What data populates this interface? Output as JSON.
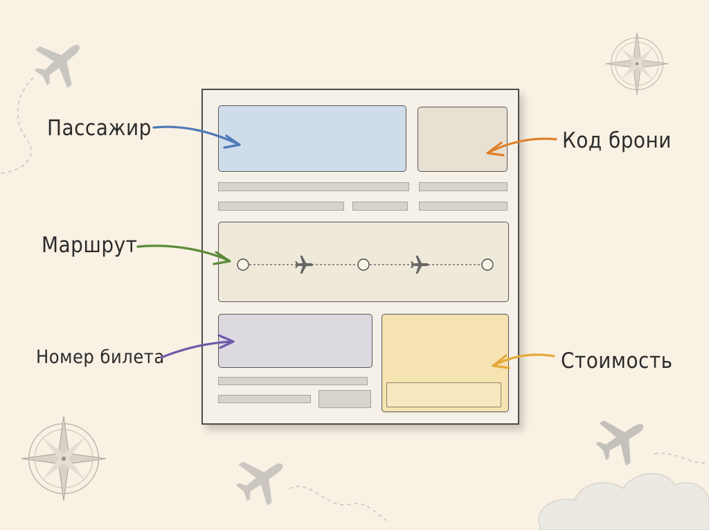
{
  "labels": {
    "passenger": "Пассажир",
    "booking_code": "Код брони",
    "route": "Маршрут",
    "ticket_number": "Номер билета",
    "price": "Стоимость"
  },
  "colors": {
    "passenger": "#4f79b7",
    "booking_code": "#e07f2a",
    "route": "#5b8a3a",
    "ticket_number": "#6e5aa8",
    "price": "#e6a93a",
    "passenger_fill": "#cfdcea",
    "booking_fill": "#e8e0d2",
    "route_fill": "#efe9da",
    "ticket_fill": "#dcd9e1",
    "price_fill": "#f5e3b1"
  },
  "icons": [
    "airplane-icon",
    "compass-rose-icon",
    "cloud-icon"
  ]
}
